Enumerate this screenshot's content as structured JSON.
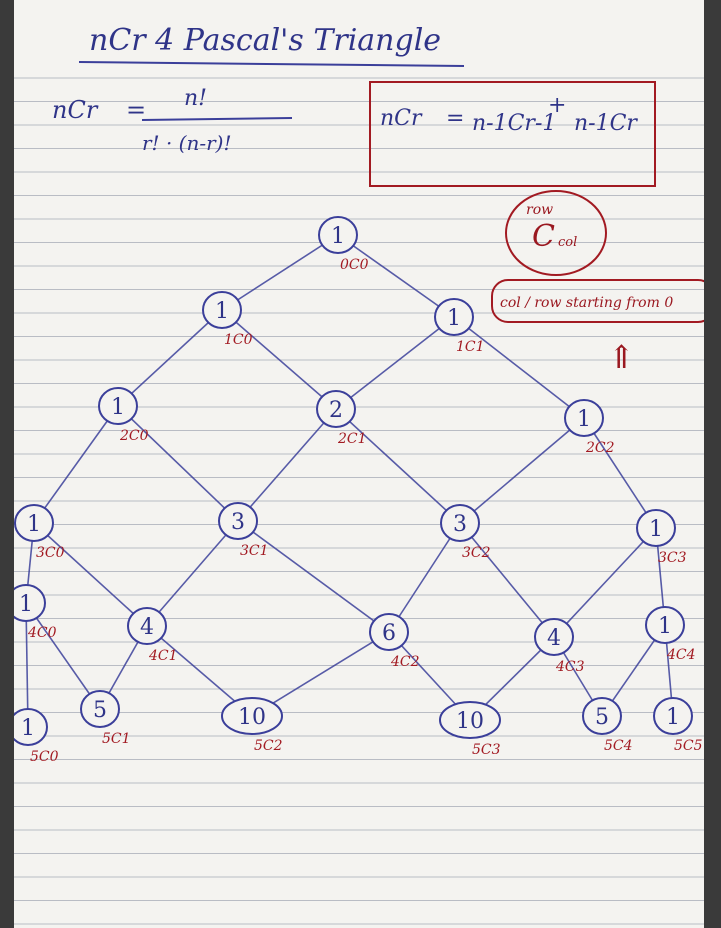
{
  "title": "nCr 4 Pascal's Triangle",
  "formulas": {
    "combination": {
      "lhs": "nCr",
      "equals": "=",
      "numerator": "n!",
      "denominator": "r! · (n-r)!"
    },
    "recurrence": {
      "lhs": "nCr",
      "equals": "=",
      "term1": "n-1Cr-1",
      "plus": "+",
      "term2": "n-1Cr"
    }
  },
  "note": {
    "bubble_top": "row",
    "bubble_main": "C",
    "bubble_sub": "col",
    "banner": "col / row starting from 0",
    "arrow": "⇑"
  },
  "triangle": {
    "rows": [
      {
        "n": 0,
        "nodes": [
          {
            "value": "1",
            "label": "0C0"
          }
        ]
      },
      {
        "n": 1,
        "nodes": [
          {
            "value": "1",
            "label": "1C0"
          },
          {
            "value": "1",
            "label": "1C1"
          }
        ]
      },
      {
        "n": 2,
        "nodes": [
          {
            "value": "1",
            "label": "2C0"
          },
          {
            "value": "2",
            "label": "2C1"
          },
          {
            "value": "1",
            "label": "2C2"
          }
        ]
      },
      {
        "n": 3,
        "nodes": [
          {
            "value": "1",
            "label": "3C0"
          },
          {
            "value": "3",
            "label": "3C1"
          },
          {
            "value": "3",
            "label": "3C2"
          },
          {
            "value": "1",
            "label": "3C3"
          }
        ]
      },
      {
        "n": 4,
        "nodes": [
          {
            "value": "1",
            "label": "4C0"
          },
          {
            "value": "4",
            "label": "4C1"
          },
          {
            "value": "6",
            "label": "4C2"
          },
          {
            "value": "4",
            "label": "4C3"
          },
          {
            "value": "1",
            "label": "4C4"
          }
        ]
      },
      {
        "n": 5,
        "nodes": [
          {
            "value": "1",
            "label": "5C0"
          },
          {
            "value": "5",
            "label": "5C1"
          },
          {
            "value": "10",
            "label": "5C2"
          },
          {
            "value": "10",
            "label": "5C3"
          },
          {
            "value": "5",
            "label": "5C4"
          },
          {
            "value": "1",
            "label": "5C5"
          }
        ]
      }
    ]
  },
  "colors": {
    "paper": "#f4f3f0",
    "rule": "#b9bcc4",
    "ink_blue": "#3b3f9a",
    "ink_red": "#a21a22",
    "ink_navy": "#2f3488"
  }
}
